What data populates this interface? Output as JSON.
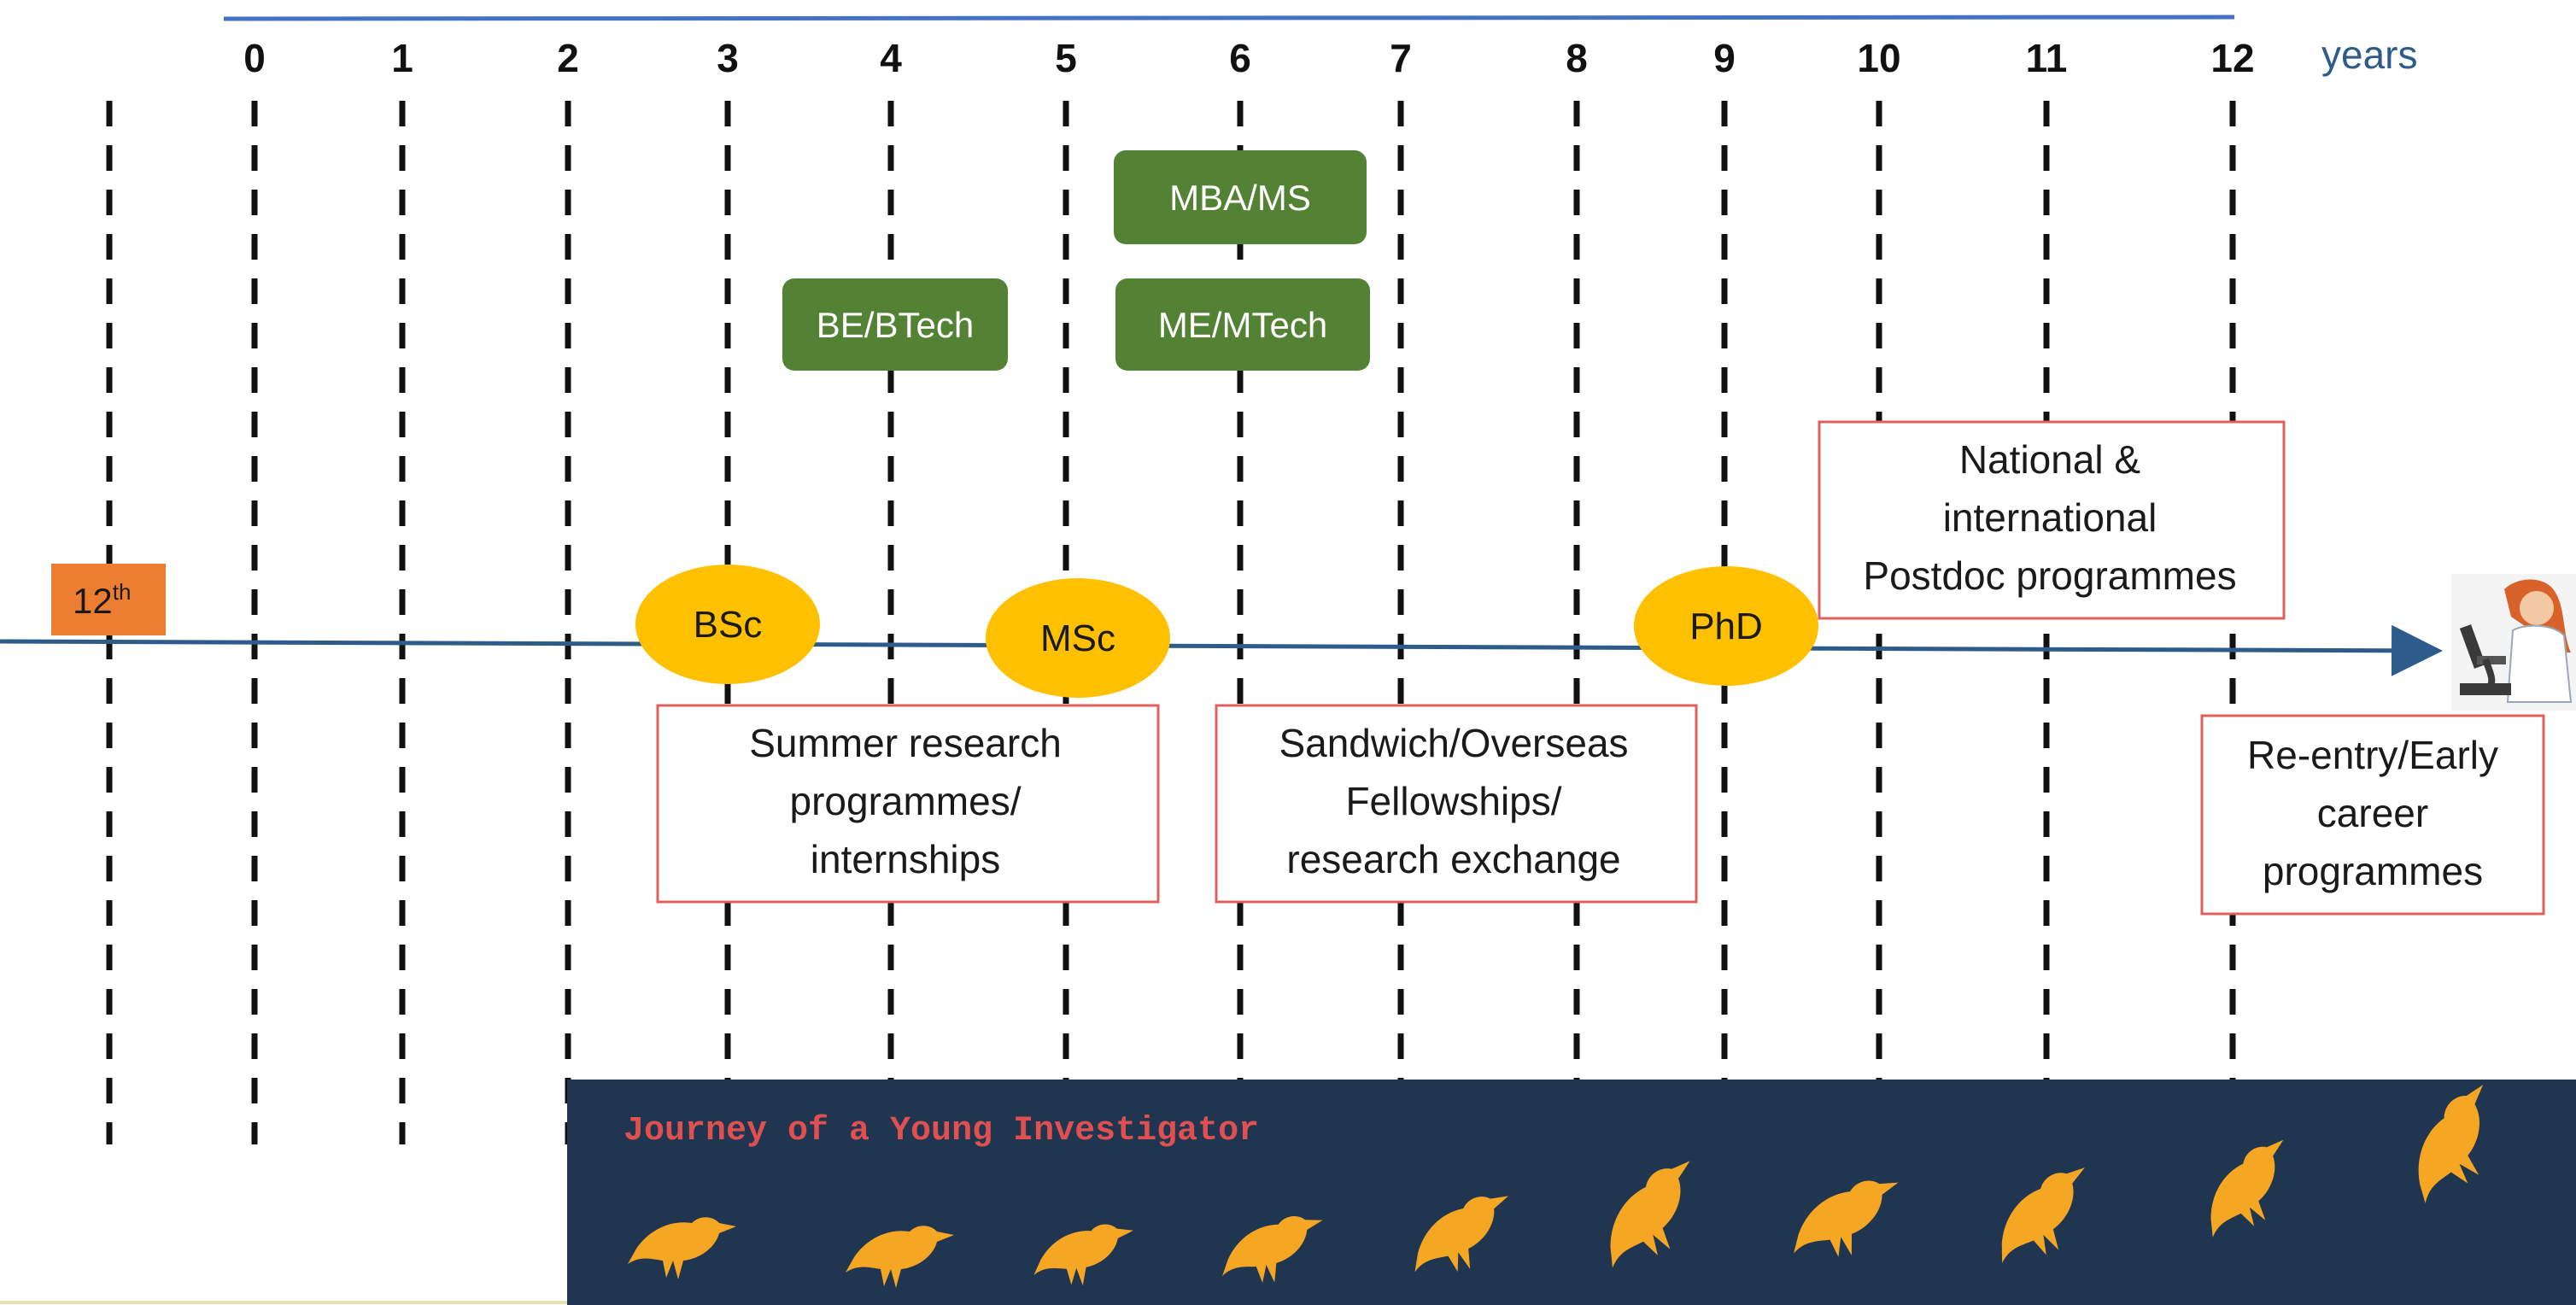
{
  "timeline": {
    "unit_label": "years",
    "ticks": [
      "0",
      "1",
      "2",
      "3",
      "4",
      "5",
      "6",
      "7",
      "8",
      "9",
      "10",
      "11",
      "12"
    ],
    "start_marker": {
      "label": "12",
      "superscript": "th"
    }
  },
  "degrees": [
    {
      "label": "BE/BTech"
    },
    {
      "label": "MBA/MS"
    },
    {
      "label": "ME/MTech"
    }
  ],
  "milestones": [
    {
      "label": "BSc"
    },
    {
      "label": "MSc"
    },
    {
      "label": "PhD"
    }
  ],
  "programs": {
    "summer": [
      "Summer research",
      "programmes/",
      "internships"
    ],
    "sandwich": [
      "Sandwich/Overseas",
      "Fellowships/",
      "research exchange"
    ],
    "postdoc": [
      "National &",
      "international",
      "Postdoc programmes"
    ],
    "reentry": [
      "Re-entry/Early",
      "career",
      "programmes"
    ]
  },
  "banner": {
    "title": "Journey of a Young Investigator",
    "bird_count": 10
  },
  "colors": {
    "axis_line": "#2e5c8a",
    "top_line": "#4472c4",
    "start_marker": "#ed7d31",
    "degree_box": "#548235",
    "milestone": "#ffc000",
    "program_border": "#e06060",
    "banner_bg": "#1f3550",
    "banner_title": "#e05050",
    "bird": "#f5a623",
    "years_label": "#2e5c8a"
  }
}
